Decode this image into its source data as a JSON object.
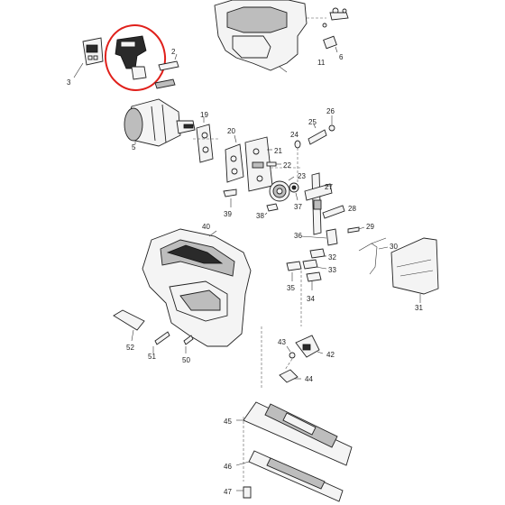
{
  "diagram": {
    "highlight_color": "#e0201b",
    "callouts": [
      "2",
      "3",
      "5",
      "6",
      "11",
      "19",
      "20",
      "21",
      "22",
      "23",
      "24",
      "25",
      "26",
      "27",
      "28",
      "29",
      "30",
      "31",
      "32",
      "33",
      "34",
      "35",
      "36",
      "37",
      "38",
      "39",
      "40",
      "42",
      "43",
      "44",
      "45",
      "46",
      "47",
      "50",
      "51",
      "52"
    ]
  }
}
